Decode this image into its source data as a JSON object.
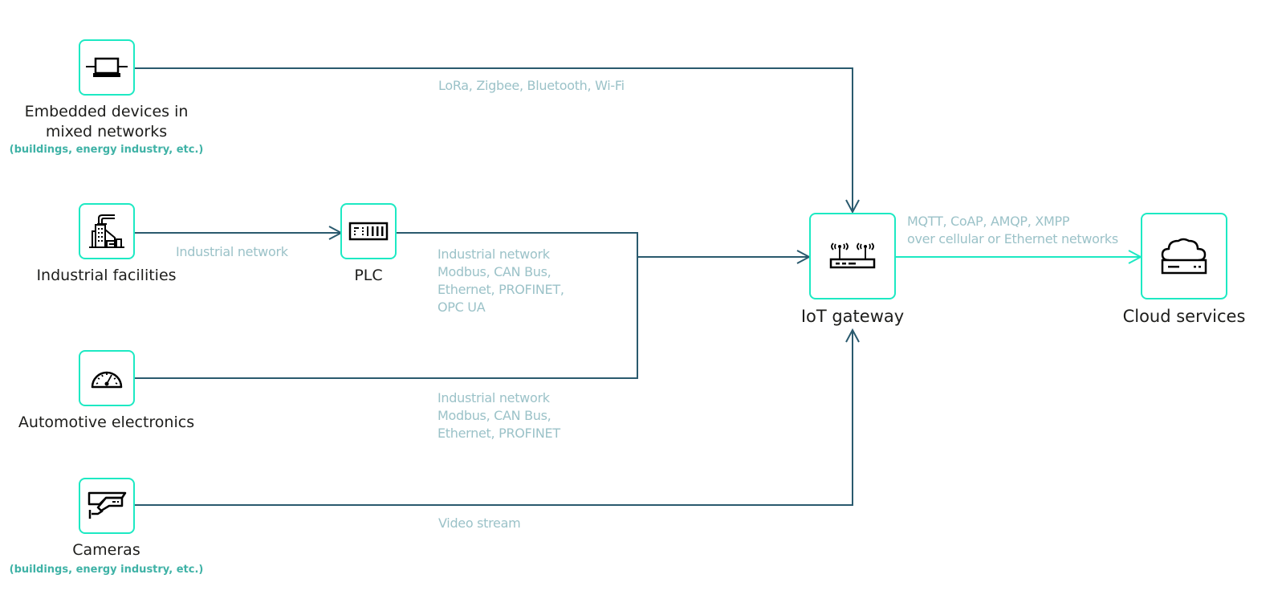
{
  "colors": {
    "wire": "#2a5a6e",
    "wire_cloud": "#1de9c3",
    "node_border": "#1de9c3",
    "label_text": "#1d1d1b",
    "sub_label": "#3fb2a6",
    "edge_label": "#9bc2c8"
  },
  "nodes": {
    "embedded": {
      "icon": "laptop-icon",
      "label_line1": "Embedded devices in",
      "label_line2": "mixed networks",
      "sub": "(buildings, energy industry, etc.)"
    },
    "industrial": {
      "icon": "factory-icon",
      "label": "Industrial facilities"
    },
    "plc": {
      "icon": "plc-icon",
      "label": "PLC"
    },
    "automotive": {
      "icon": "speedometer-icon",
      "label": "Automotive electronics"
    },
    "cameras": {
      "icon": "security-camera-icon",
      "label": "Cameras",
      "sub": "(buildings, energy industry, etc.)"
    },
    "gateway": {
      "icon": "router-icon",
      "label": "IoT gateway"
    },
    "cloud": {
      "icon": "cloud-server-icon",
      "label": "Cloud services"
    }
  },
  "edges": {
    "embedded_to_gateway": {
      "lines": [
        "LoRa, Zigbee, Bluetooth, Wi-Fi"
      ]
    },
    "industrial_to_plc": {
      "lines": [
        "Industrial network"
      ]
    },
    "plc_to_gateway": {
      "lines": [
        "Industrial network",
        "Modbus, CAN Bus,",
        "Ethernet, PROFINET,",
        "OPC UA"
      ]
    },
    "automotive_to_gateway": {
      "lines": [
        "Industrial network",
        "Modbus, CAN Bus,",
        "Ethernet, PROFINET"
      ]
    },
    "cameras_to_gateway": {
      "lines": [
        "Video stream"
      ]
    },
    "gateway_to_cloud": {
      "lines": [
        "MQTT, CoAP, AMQP, XMPP",
        "over cellular or Ethernet networks"
      ]
    }
  }
}
